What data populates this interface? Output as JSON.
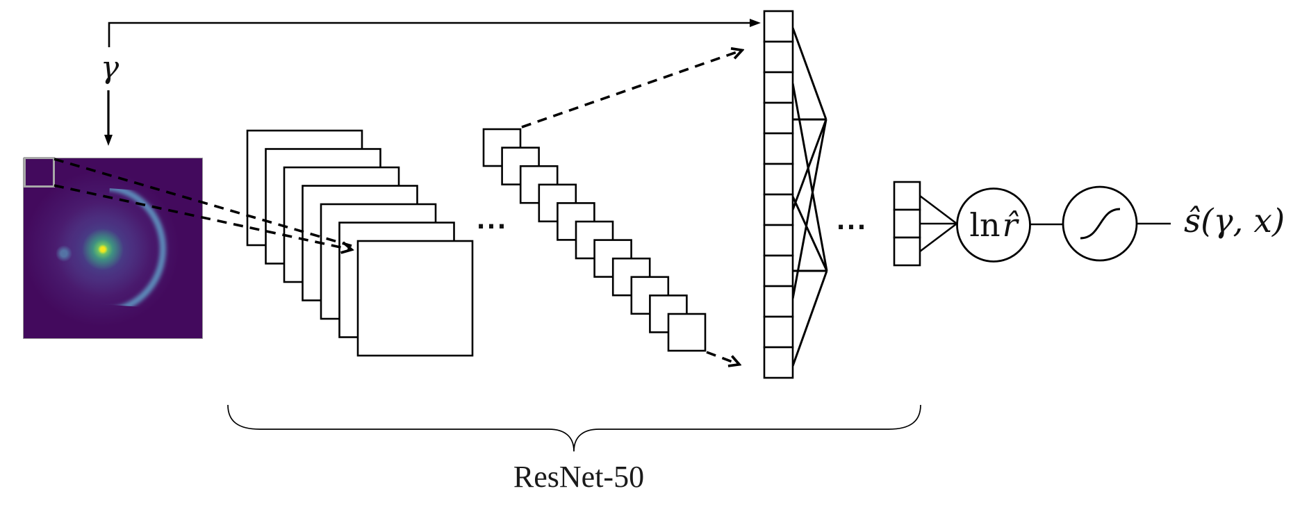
{
  "labels": {
    "gamma": "γ",
    "ellipsis_mid": "...",
    "ellipsis_fc": "...",
    "log_ratio_prefix": "ln",
    "log_ratio_symbol": "r̂",
    "output": "ŝ(γ, x)",
    "resnet": "ResNet-50"
  },
  "icons": {
    "sigmoid_icon": "s-curve",
    "gamma_down_arrow": "solid-down-arrow",
    "conditioning_arrow": "solid-right-arrow",
    "patch_projection_arrow": "dashed-chevron-arrow",
    "skip_top_arrow": "dashed-chevron-arrow",
    "skip_bottom_arrow": "dashed-chevron-arrow"
  },
  "colors": {
    "background": "#ffffff",
    "line": "#000000",
    "lens_background": "#430a5d",
    "lens_core": "#f2e51f",
    "lens_glow": "#46c06e",
    "lens_arc": "#64afd4",
    "patch_outline": "#a8a8a8",
    "text": "#111111"
  },
  "structure": {
    "feature_maps": 7,
    "downsample_maps": 11,
    "flatten_cells": 12,
    "latent_cells": 3
  }
}
